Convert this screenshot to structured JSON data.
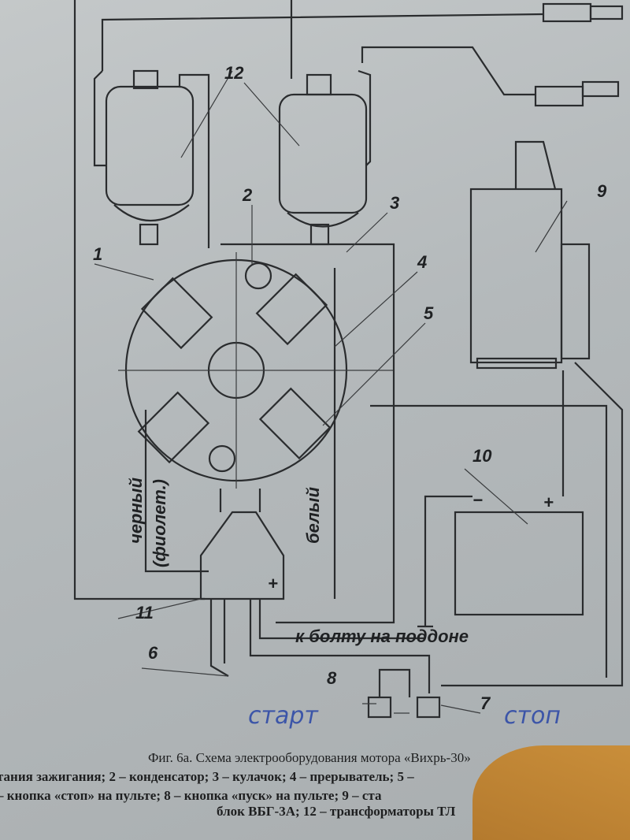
{
  "diagram": {
    "part_numbers": [
      "1",
      "2",
      "3",
      "4",
      "5",
      "6",
      "7",
      "8",
      "9",
      "10",
      "11",
      "12"
    ],
    "wire_labels": {
      "black": "черный",
      "violet": "(фиолет.)",
      "white": "белый"
    },
    "battery_terminals": {
      "minus": "−",
      "plus": "+"
    },
    "ground_note": "к болту на поддоне",
    "block_plus": "+",
    "handwritten": {
      "start": "старт",
      "stop": "стоп"
    }
  },
  "caption": {
    "title": "Фиг. 6а. Схема электрооборудования мотора «Вихрь-30»",
    "line1": "тания зажигания; 2 – конденсатор; 3 – кулачок; 4 – прерыватель; 5 –",
    "line2": "– кнопка «стоп» на пульте; 8 – кнопка «пуск» на пульте; 9 – ста",
    "line3": "блок ВБГ-3А; 12 – трансформаторы ТЛ"
  }
}
